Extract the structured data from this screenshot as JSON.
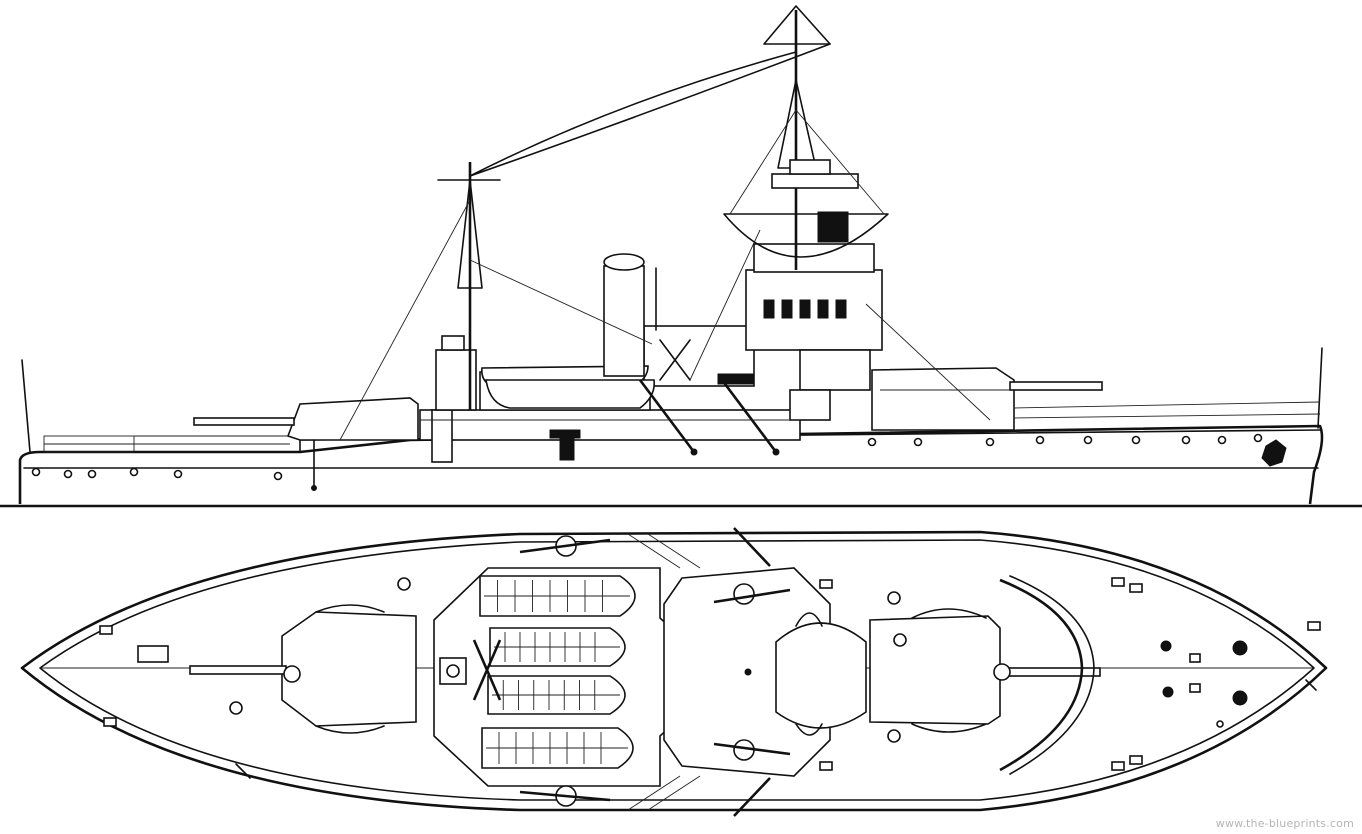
{
  "drawing": {
    "views": [
      "side-profile",
      "top-plan"
    ],
    "line_color": "#111111",
    "background": "#ffffff"
  },
  "watermark": {
    "text": "www.the-blueprints.com"
  }
}
